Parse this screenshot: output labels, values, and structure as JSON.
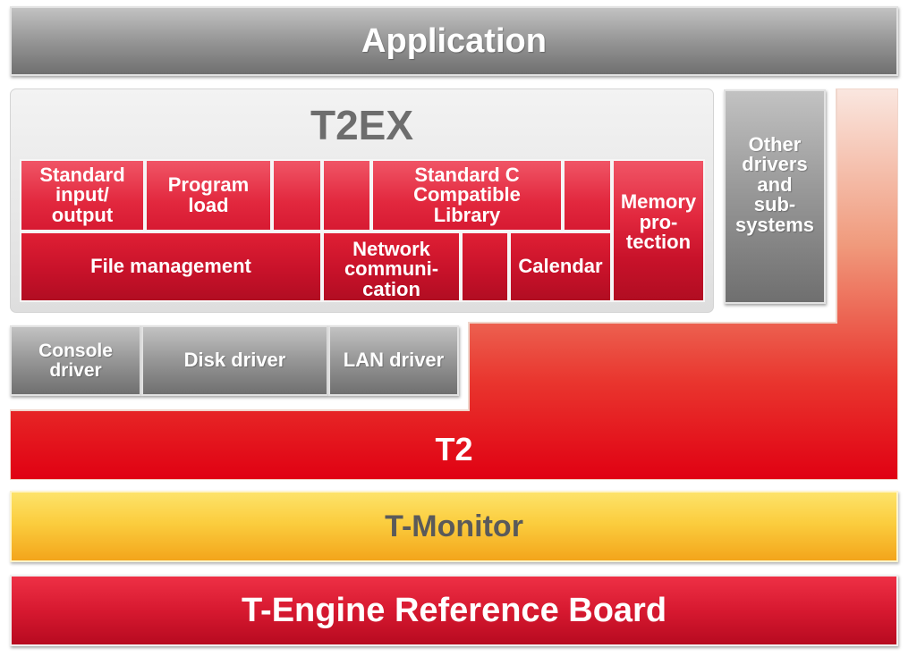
{
  "application": "Application",
  "t2ex": {
    "title": "T2EX",
    "standard_io": "Standard\ninput/\noutput",
    "program_load": "Program\nload",
    "file_management": "File management",
    "network_communication": "Network\ncommuni-\ncation",
    "standard_c_library": "Standard C\nCompatible\nLibrary",
    "calendar": "Calendar",
    "memory_protection": "Memory\npro-\ntection"
  },
  "other_drivers": "Other\ndrivers\nand\nsub-\nsystems",
  "drivers": {
    "console": "Console\ndriver",
    "disk": "Disk driver",
    "lan": "LAN driver"
  },
  "t2": "T2",
  "t_monitor": "T-Monitor",
  "board": "T-Engine Reference Board",
  "colors": {
    "red": "#d71930",
    "gray": "#9a9a9a",
    "yellow": "#fbcd3e",
    "salmon": "#f4b39b"
  }
}
